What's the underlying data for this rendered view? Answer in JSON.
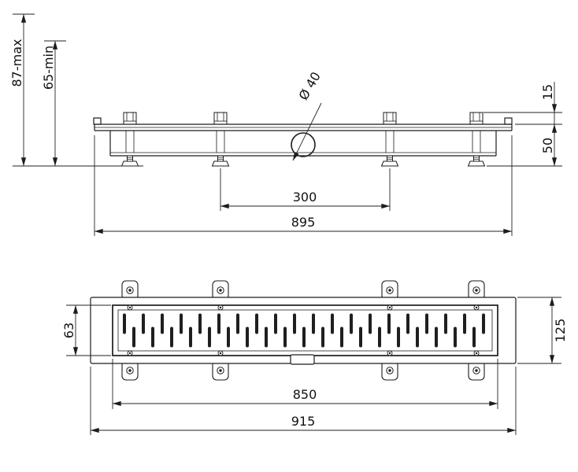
{
  "page": {
    "background_color": "#ffffff",
    "line_color": "#1c1c1c",
    "description": "Technical dimension drawing of a linear shower drain channel, side elevation and top plan views"
  },
  "side_view": {
    "name": "side-elevation-view",
    "dims": {
      "height_max": "87-max",
      "height_min": "65-min",
      "top_edge_height": "15",
      "channel_height": "50",
      "outlet_diameter": "Ø 40",
      "center_spacing": "300",
      "overall_length": "895"
    }
  },
  "plan_view": {
    "name": "top-plan-view",
    "dims": {
      "grate_width": "63",
      "body_width": "125",
      "grate_length": "850",
      "overall_length": "915"
    }
  }
}
